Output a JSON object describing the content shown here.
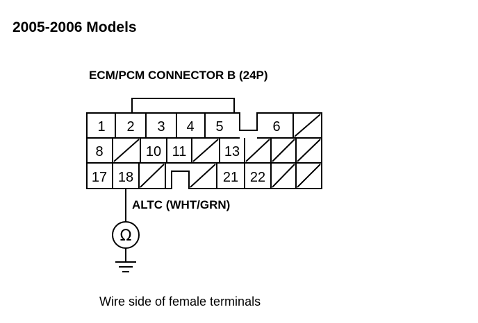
{
  "header": {
    "title": "2005-2006 Models"
  },
  "connector": {
    "label": "ECM/PCM CONNECTOR B (24P)",
    "rows": [
      [
        "1",
        "2",
        "3",
        "4",
        "5",
        "",
        "6",
        "X"
      ],
      [
        "8",
        "X",
        "10",
        "11",
        "X",
        "13",
        "X",
        "X",
        "X"
      ],
      [
        "17",
        "18",
        "X",
        "",
        "X",
        "21",
        "22",
        "X",
        "X"
      ]
    ]
  },
  "wire": {
    "label": "ALTC (WHT/GRN)",
    "terminal": "18"
  },
  "meter": {
    "symbol": "Ω",
    "icon": "ohmmeter-icon"
  },
  "ground": {
    "icon": "ground-icon"
  },
  "caption": "Wire side of female terminals"
}
